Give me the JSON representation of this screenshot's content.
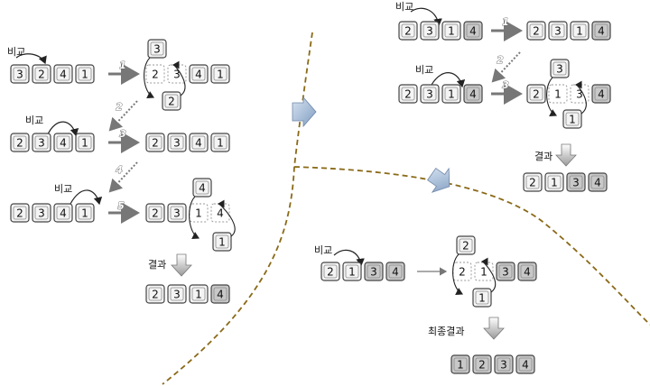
{
  "labels": {
    "compare": "비교",
    "result": "결과",
    "final_result": "최종결과"
  },
  "steps": [
    "1",
    "2",
    "3",
    "4",
    "5"
  ],
  "passes": [
    {
      "rows": [
        [
          "3",
          "2",
          "4",
          "1"
        ],
        [
          "2",
          "3",
          "4",
          "1"
        ],
        [
          "2",
          "3",
          "4",
          "1"
        ]
      ],
      "swaps": [
        [
          "3",
          "2"
        ],
        [
          "4",
          "1"
        ]
      ],
      "after": [
        [
          "2",
          "3",
          "4",
          "1"
        ],
        [
          "2",
          "3",
          "1",
          "4"
        ]
      ],
      "result": [
        "2",
        "3",
        "1",
        "4"
      ]
    },
    {
      "rows": [
        [
          "2",
          "3",
          "1",
          "4"
        ],
        [
          "2",
          "3",
          "1",
          "4"
        ]
      ],
      "swaps": [
        [
          "3",
          "1"
        ]
      ],
      "after": [
        [
          "2",
          "3",
          "1",
          "4"
        ],
        [
          "2",
          "1",
          "3",
          "4"
        ]
      ],
      "result": [
        "2",
        "1",
        "3",
        "4"
      ]
    },
    {
      "rows": [
        [
          "2",
          "1",
          "3",
          "4"
        ]
      ],
      "swaps": [
        [
          "2",
          "1"
        ]
      ],
      "result": [
        "1",
        "2",
        "3",
        "4"
      ]
    }
  ],
  "colors": {
    "divider": "#8a6a18",
    "sorted_fill": "#c8c8c8",
    "box_fill": "#f4f4f4",
    "arrow_blue": "#8fa8c8"
  }
}
